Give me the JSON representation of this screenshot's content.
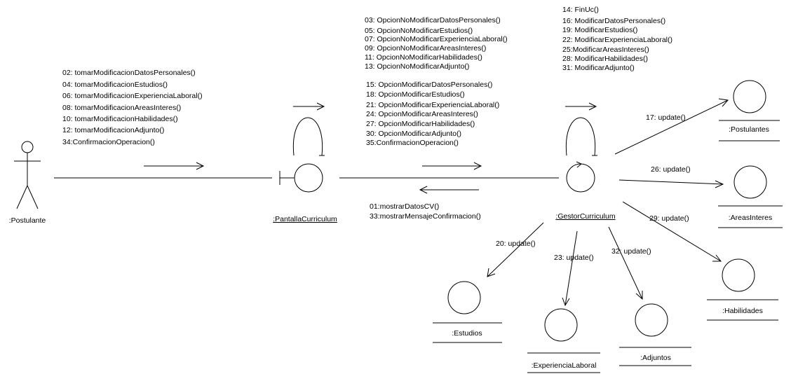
{
  "actor": {
    "label": ":Postulante"
  },
  "boundary": {
    "label": ":PantallaCurriculum"
  },
  "controller": {
    "label": ":GestorCurriculum"
  },
  "entities": {
    "postulantes": ":Postulantes",
    "areas_interes": ":AreasInteres",
    "habilidades": ":Habilidades",
    "estudios": ":Estudios",
    "experiencia_laboral": ":ExperienciaLaboral",
    "adjuntos": ":Adjuntos"
  },
  "messages": {
    "actor_to_boundary": [
      "02: tomarModificacionDatosPersonales()",
      "04: tomarModificacionEstudios()",
      "06: tomarModificacionExperienciaLaboral()",
      "08: tomarModificacionAreasInteres()",
      "10: tomarModificacionHabilidades()",
      "12: tomarModificacionAdjunto()",
      "34:ConfirmacionOperacion()"
    ],
    "boundary_to_controller_no": [
      "03: OpcionNoModificarDatosPersonales()",
      "05: OpcionNoModificarEstudios()",
      "07: OpcionNoModificarExperienciaLaboral()",
      "09: OpcionNoModificarAreasInteres()",
      "11: OpcionNoModificarHabilidades()",
      "13: OpcionNoModificarAdjunto()"
    ],
    "boundary_to_controller_yes": [
      "15: OpcionModificarDatosPersonales()",
      "18: OpcionModificarEstudios()",
      "21: OpcionModificarExperienciaLaboral()",
      "24: OpcionModificarAreasInteres()",
      "27: OpcionModificarHabilidades()",
      "30: OpcionModificarAdjunto()",
      "35:ConfirmacionOperacion()"
    ],
    "controller_to_boundary": [
      "01:mostrarDatosCV()",
      "33:mostrarMensajeConfirmacion()"
    ],
    "controller_self": [
      "14: FinUc()",
      "16: ModificarDatosPersonales()",
      "19: ModificarEstudios()",
      "22: ModificarExperienciaLaboral()",
      "25:ModificarAreasInteres()",
      "28: ModificarHabilidades()",
      "31: ModificarAdjunto()"
    ],
    "updates": {
      "postulantes": "17: update()",
      "areas_interes": "26: update()",
      "habilidades": "29: update()",
      "estudios": "20: update()",
      "experiencia_laboral": "23: update()",
      "adjuntos": "32: update()"
    }
  }
}
